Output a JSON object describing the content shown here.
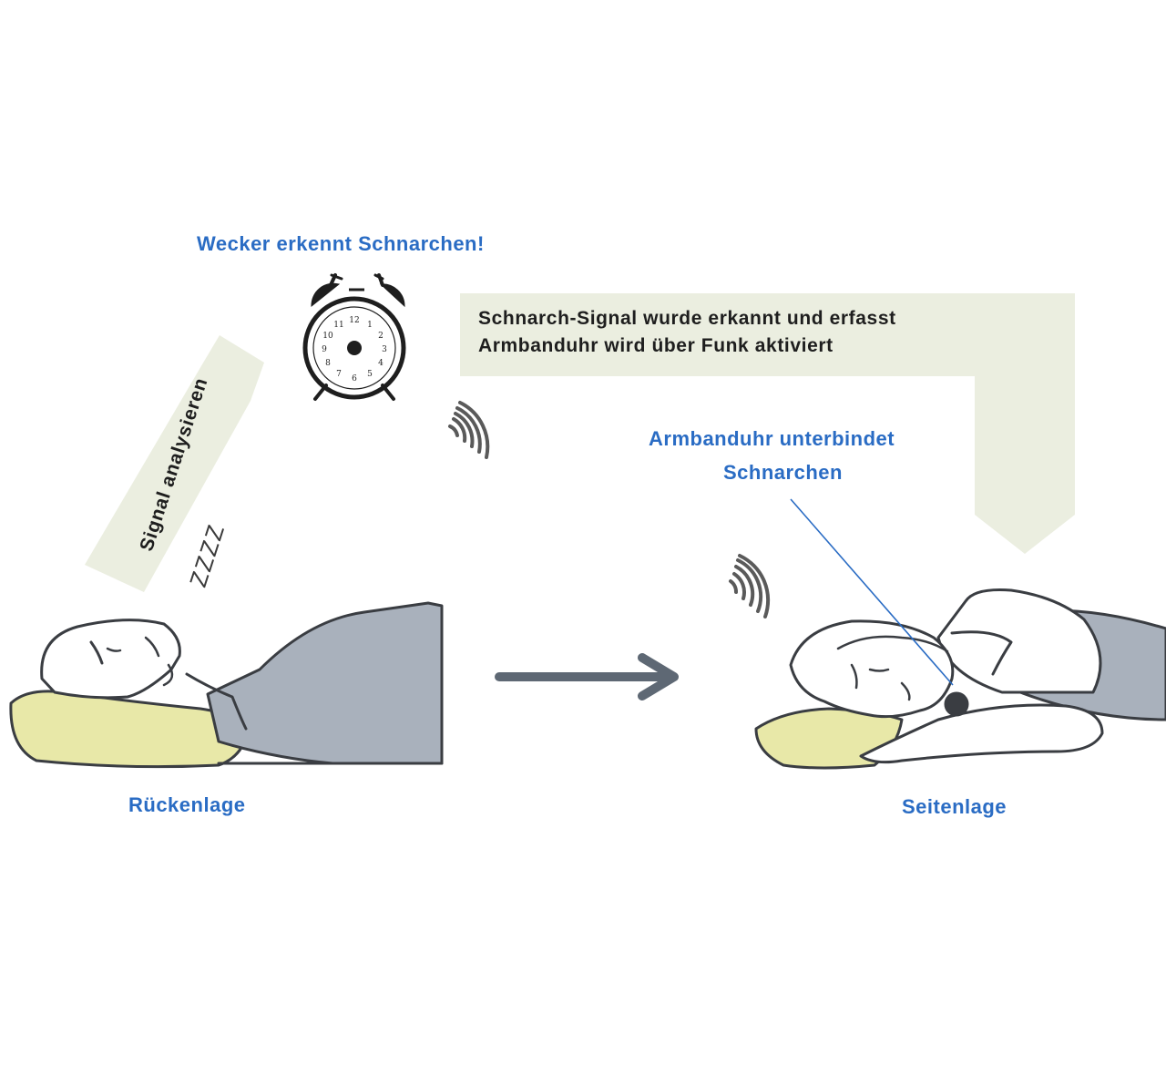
{
  "labels": {
    "alarm_detects": "Wecker erkennt Schnarchen!",
    "signal_line1": "Schnarch-Signal wurde erkannt  und erfasst",
    "signal_line2": "Armbanduhr wird über Funk aktiviert",
    "analyze": "Signal analysieren",
    "snore_sound": "ZZZZ",
    "watch_line1": "Armbanduhr unterbindet",
    "watch_line2": "Schnarchen",
    "back_position": "Rückenlage",
    "side_position": "Seitenlage"
  },
  "colors": {
    "label_blue": "#2a6cc4",
    "arrow_fill": "#ebeee0",
    "pillow": "#e8e8a8",
    "body": "#a9b1bc",
    "outline": "#3a3d42",
    "main_arrow": "#5e6874",
    "pointer_line": "#2a6cc4"
  },
  "icons": {
    "alarm_clock": "alarm-clock-icon",
    "radio_waves": "radio-waves-icon",
    "wristwatch": "wristwatch-icon"
  }
}
